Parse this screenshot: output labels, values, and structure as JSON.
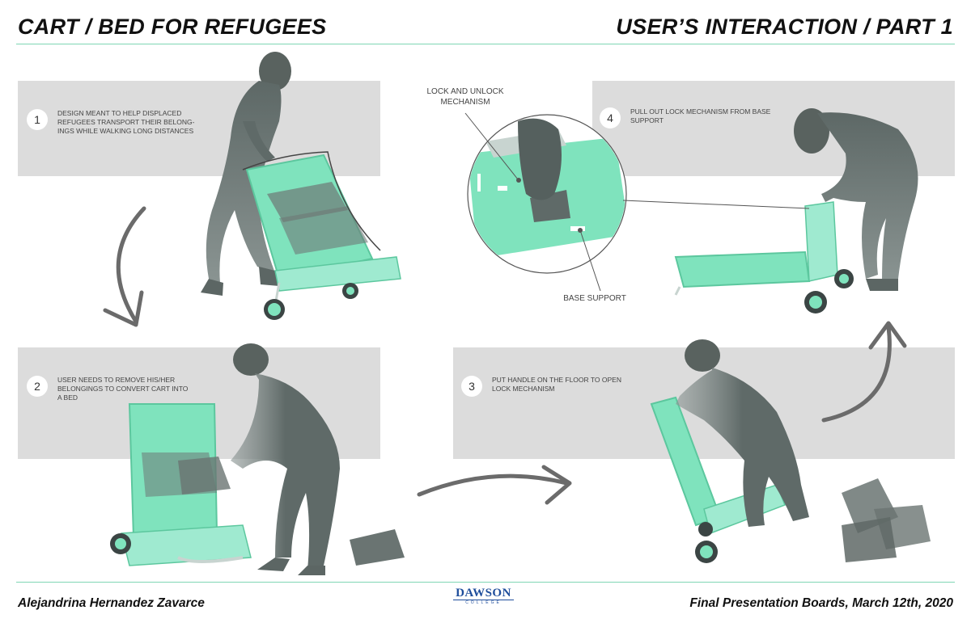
{
  "header": {
    "title_left": "CART / BED FOR REFUGEES",
    "title_right": "USER’S INTERACTION / PART 1"
  },
  "steps": [
    {
      "number": "1",
      "text": "DESIGN MEANT TO HELP DISPLACED REFUGEES TRANSPORT THEIR BELONG- INGS WHILE WALKING LONG DISTANCES"
    },
    {
      "number": "2",
      "text": "USER NEEDS TO REMOVE HIS/HER BELONGINGS TO CONVERT CART INTO A BED"
    },
    {
      "number": "3",
      "text": "PUT HANDLE ON THE FLOOR TO OPEN LOCK MECHANISM"
    },
    {
      "number": "4",
      "text": "PULL OUT LOCK MECHANISM FROM BASE SUPPORT"
    }
  ],
  "callouts": {
    "lock": "LOCK AND UNLOCK MECHANISM",
    "base": "BASE SUPPORT"
  },
  "footer": {
    "author": "Alejandrina Hernandez Zavarce",
    "event": "Final Presentation Boards, March 12th, 2020",
    "logo_main": "DAWSON",
    "logo_sub": "COLLEGE"
  },
  "colors": {
    "cart_green": "#7fe3bd",
    "silhouette": "#6a7472",
    "panel": "#dcdcdc",
    "rule": "#7fd6b4",
    "logo_blue": "#1f4e9c"
  }
}
